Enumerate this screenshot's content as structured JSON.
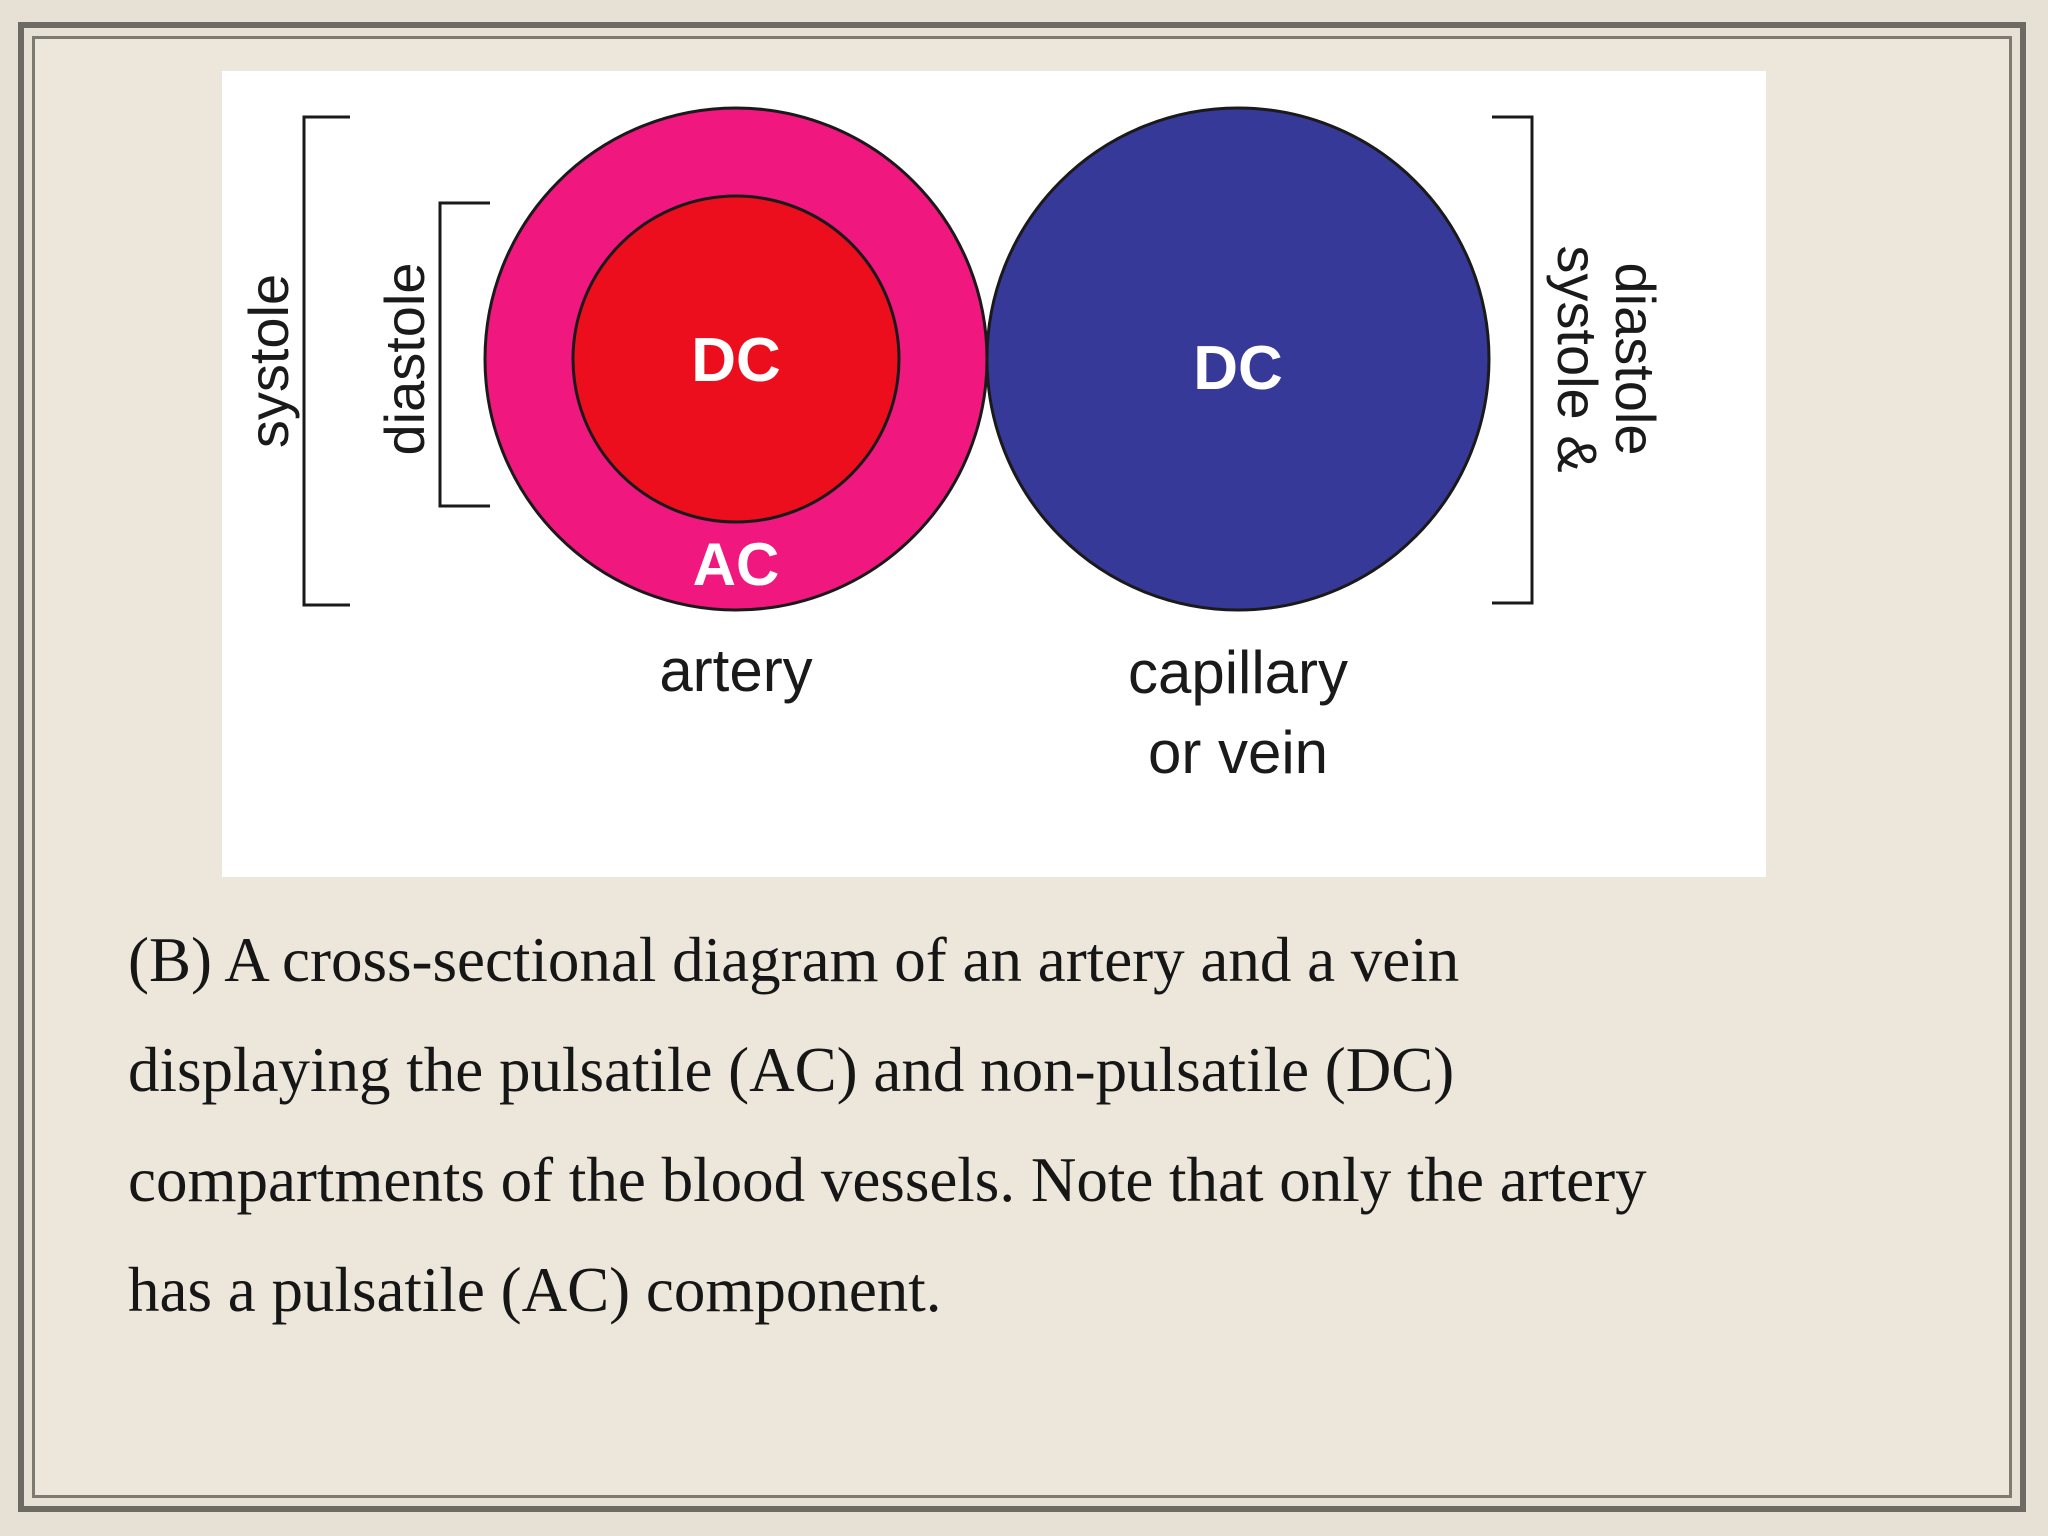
{
  "diagram": {
    "left_bracket_outer_label": "systole",
    "left_bracket_inner_label": "diastole",
    "artery": {
      "inner_label": "DC",
      "ring_label": "AC",
      "name": "artery",
      "outer_color": "#f0177f",
      "inner_color": "#ec0e1d"
    },
    "vein": {
      "inner_label": "DC",
      "name_line1": "capillary",
      "name_line2": "or vein",
      "color": "#363997"
    },
    "right_bracket_label_line1": "systole &",
    "right_bracket_label_line2": "diastole"
  },
  "caption": {
    "line1": "(B) A cross-sectional diagram of an artery and a vein",
    "line2": "displaying the pulsatile (AC) and non-pulsatile (DC)",
    "line3": "compartments of the blood vessels. Note that only the artery",
    "line4": "has a pulsatile (AC) component."
  }
}
